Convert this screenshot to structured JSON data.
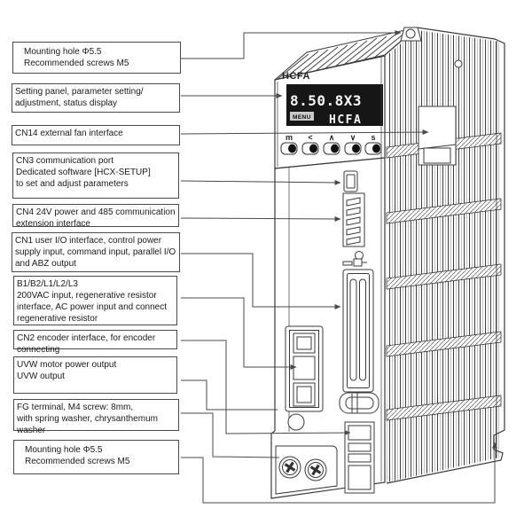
{
  "labels": [
    {
      "text": "Mounting hole Φ5.5\nRecommended screws M5"
    },
    {
      "text": "Setting panel, parameter setting/\nadjustment, status display"
    },
    {
      "text": "CN14 external fan interface"
    },
    {
      "text": "CN3 communication port\nDedicated software [HCX-SETUP]\nto set and adjust parameters"
    },
    {
      "text": "CN4 24V power and 485 communication\nextension interface"
    },
    {
      "text": "CN1 user I/O interface, control power\nsupply input, command input, parallel I/O\nand ABZ output"
    },
    {
      "text": "B1/B2/L1/L2/L3\n200VAC input, regenerative resistor\ninterface, AC power input and connect\nregenerative resistor"
    },
    {
      "text": "CN2 encoder interface, for encoder\nconnecting"
    },
    {
      "text": "UVW motor power output\nUVW output"
    },
    {
      "text": "FG terminal, M4 screw: 8mm,\nwith spring washer, chrysanthemum\nwasher"
    },
    {
      "text": "Mounting hole  Φ5.5\nRecommended screws M5"
    }
  ],
  "device": {
    "brand": "HCFA",
    "display": {
      "row1": "8.50.8X3",
      "menu_label": "MENU",
      "row2": "HCFA"
    },
    "buttons": [
      "m",
      "<",
      "∧",
      "∨",
      "s"
    ]
  }
}
